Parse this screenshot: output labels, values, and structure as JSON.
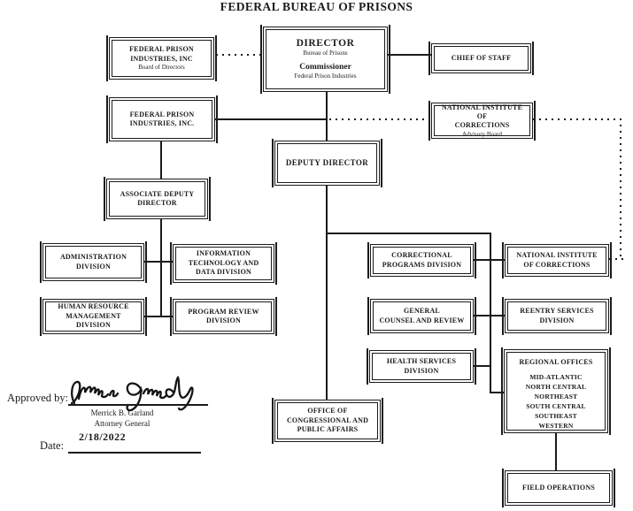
{
  "title": "FEDERAL BUREAU OF PRISONS",
  "nodes": {
    "fpi_board": {
      "title": "FEDERAL PRISON\nINDUSTRIES, INC",
      "sub": "Board of Directors"
    },
    "director": {
      "big": "DIRECTOR",
      "sub1": "Bureau of Prisons",
      "mid": "Commissioner",
      "sub2": "Federal Prison Industries"
    },
    "chief_of_staff": {
      "title": "CHIEF OF STAFF"
    },
    "fpi_inc": {
      "title": "FEDERAL PRISON\nINDUSTRIES, INC."
    },
    "nic_advisory": {
      "title": "NATIONAL INSTITUTE OF\nCORRECTIONS",
      "sub": "Advisory Board"
    },
    "deputy_director": {
      "title": "DEPUTY DIRECTOR"
    },
    "associate_deputy": {
      "title": "ASSOCIATE DEPUTY\nDIRECTOR"
    },
    "administration": {
      "title": "ADMINISTRATION\nDIVISION"
    },
    "it_data": {
      "title": "INFORMATION\nTECHNOLOGY AND\nDATA DIVISION"
    },
    "hr": {
      "title": "HUMAN RESOURCE\nMANAGEMENT DIVISION"
    },
    "program_review": {
      "title": "PROGRAM REVIEW\nDIVISION"
    },
    "correctional": {
      "title": "CORRECTIONAL\nPROGRAMS DIVISION"
    },
    "nic": {
      "title": "NATIONAL INSTITUTE\nOF CORRECTIONS"
    },
    "general_counsel": {
      "title": "GENERAL\nCOUNSEL AND REVIEW"
    },
    "reentry": {
      "title": "REENTRY SERVICES\nDIVISION"
    },
    "health": {
      "title": "HEALTH SERVICES\nDIVISION"
    },
    "regional": {
      "title": "REGIONAL OFFICES",
      "regions": "MID-ATLANTIC\nNORTH CENTRAL\nNORTHEAST\nSOUTH CENTRAL\nSOUTHEAST\nWESTERN"
    },
    "office_congressional": {
      "title": "OFFICE OF\nCONGRESSIONAL AND\nPUBLIC AFFAIRS"
    },
    "field_ops": {
      "title": "FIELD OPERATIONS"
    }
  },
  "edges": [
    {
      "from": "director",
      "to": "chief_of_staff",
      "style": "solid"
    },
    {
      "from": "director",
      "to": "deputy_director",
      "style": "solid"
    },
    {
      "from": "director",
      "to": "fpi_inc",
      "style": "solid"
    },
    {
      "from": "fpi_board",
      "to": "director",
      "style": "dotted"
    },
    {
      "from": "fpi_inc",
      "to": "nic_advisory",
      "style": "dotted"
    },
    {
      "from": "nic_advisory",
      "to": "nic",
      "style": "dotted"
    },
    {
      "from": "fpi_inc",
      "to": "associate_deputy",
      "style": "solid"
    },
    {
      "from": "associate_deputy",
      "to": "administration",
      "style": "solid"
    },
    {
      "from": "associate_deputy",
      "to": "it_data",
      "style": "solid"
    },
    {
      "from": "associate_deputy",
      "to": "hr",
      "style": "solid"
    },
    {
      "from": "associate_deputy",
      "to": "program_review",
      "style": "solid"
    },
    {
      "from": "deputy_director",
      "to": "office_congressional",
      "style": "solid"
    },
    {
      "from": "deputy_director",
      "to": "correctional",
      "style": "solid"
    },
    {
      "from": "deputy_director",
      "to": "nic",
      "style": "solid"
    },
    {
      "from": "deputy_director",
      "to": "general_counsel",
      "style": "solid"
    },
    {
      "from": "deputy_director",
      "to": "reentry",
      "style": "solid"
    },
    {
      "from": "deputy_director",
      "to": "health",
      "style": "solid"
    },
    {
      "from": "deputy_director",
      "to": "regional",
      "style": "solid"
    },
    {
      "from": "regional",
      "to": "field_ops",
      "style": "solid"
    }
  ],
  "approval": {
    "approved_by_label": "Approved by:",
    "signature_name": "Merrick B. Garland",
    "signature_title": "Attorney General",
    "date_label": "Date:",
    "date_value": "2/18/2022"
  },
  "colors": {
    "ink": "#1b1b1b",
    "background": "#ffffff"
  }
}
